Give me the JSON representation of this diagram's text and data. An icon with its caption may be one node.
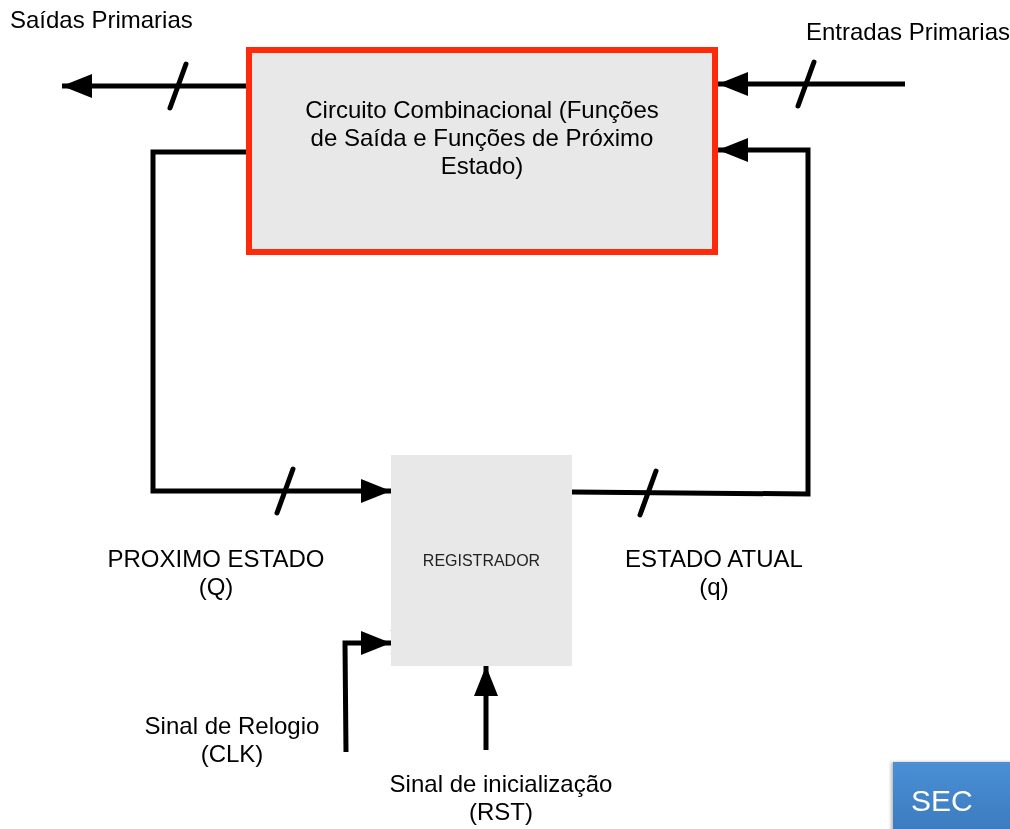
{
  "diagram": {
    "nodes": [
      {
        "text": [
          "Circuito Combinacional (Funções de Saída e Funções de Próximo Estado)"
        ]
      },
      {
        "text": [
          "REGISTRADOR"
        ]
      },
      {
        "text": [
          "SEC"
        ]
      }
    ],
    "edges": [
      {
        "from": 0,
        "to": null,
        "arrow": "to"
      },
      {
        "from": null,
        "to": 0,
        "arrow": "to"
      },
      {
        "from": 0,
        "to": 1,
        "arrow": "to"
      },
      {
        "from": 1,
        "to": 0,
        "arrow": "to"
      },
      {
        "from": null,
        "to": 1,
        "arrow": "to"
      },
      {
        "from": null,
        "to": 1,
        "arrow": "to"
      }
    ],
    "labels": [
      "Saídas Primarias",
      "Entradas Primarias",
      "PROXIMO ESTADO (Q)",
      "ESTADO ATUAL (q)",
      "Sinal de Relogio (CLK)",
      "Sinal de inicialização (RST)"
    ]
  }
}
